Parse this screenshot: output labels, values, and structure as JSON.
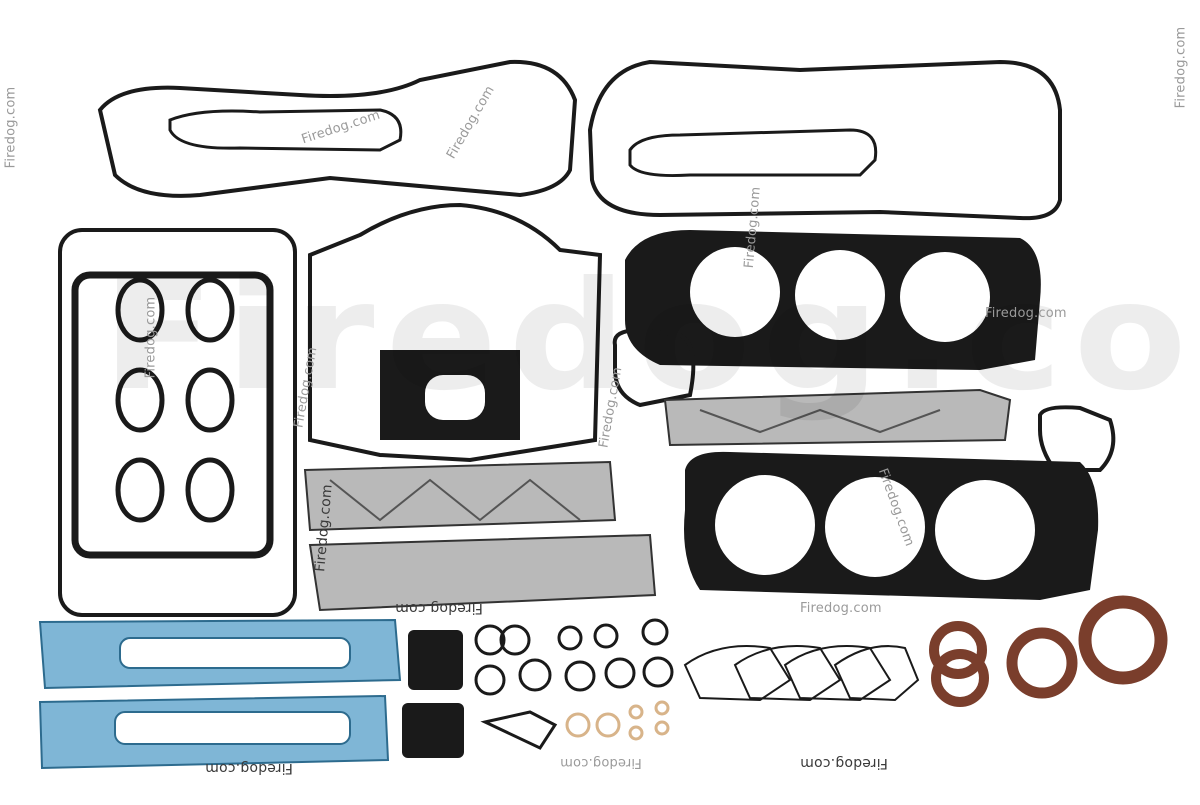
{
  "watermark": {
    "big": "Firedog.com",
    "small": "Firedog.com",
    "url": "firedog.com"
  },
  "colors": {
    "gasket_black": "#1a1a1a",
    "gasket_gray": "#b9b9b9",
    "gasket_blue": "#7fb6d6",
    "seal_brown": "#7a3e2c",
    "copper": "#d8b48a"
  }
}
